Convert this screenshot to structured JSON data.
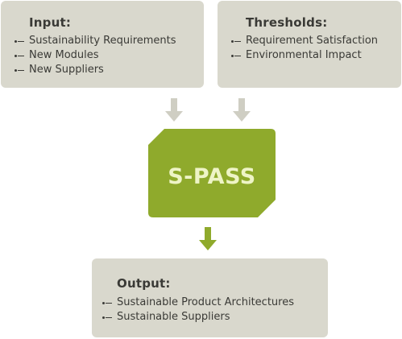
{
  "input": {
    "title": "Input:",
    "items": [
      "Sustainability Requirements",
      "New Modules",
      "New Suppliers"
    ]
  },
  "thresholds": {
    "title": "Thresholds:",
    "items": [
      "Requirement Satisfaction",
      "Environmental Impact"
    ]
  },
  "process": {
    "label": "S-PASS"
  },
  "output": {
    "title": "Output:",
    "items": [
      "Sustainable Product Architectures",
      "Sustainable Suppliers"
    ]
  },
  "colors": {
    "box_fill": "#d9d8cd",
    "process_fill": "#8faa2c",
    "process_text": "#eef4c6",
    "gray_arrow": "#cfcec3",
    "green_arrow": "#8faa2c"
  }
}
